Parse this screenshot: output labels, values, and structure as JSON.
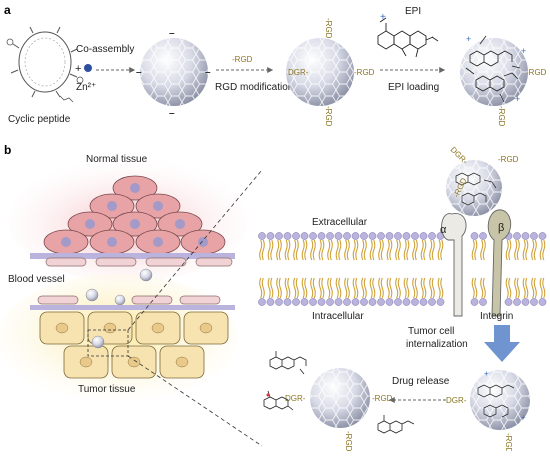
{
  "panel_a": {
    "label": "a",
    "cyclic_peptide": "Cyclic peptide",
    "zinc_ion": "Zn²⁺",
    "co_assembly": "Co-assembly",
    "rgd_modification": "RGD modification",
    "rgd_reagent": "-RGD",
    "epi": "EPI",
    "epi_loading": "EPI loading",
    "rgd": "-RGD",
    "rgd_vertical": "-RGD",
    "dgr": "DGR-"
  },
  "panel_b": {
    "label": "b",
    "normal_tissue": "Normal tissue",
    "blood_vessel": "Blood vessel",
    "tumor_tissue": "Tumor tissue",
    "extracellular": "Extracellular",
    "intracellular": "Intracellular",
    "integrin": "Integrin",
    "alpha": "α",
    "beta": "β",
    "internalization_line1": "Tumor cell",
    "internalization_line2": "internalization",
    "drug_release": "Drug release",
    "rgd": "-RGD",
    "rgd_vertical": "-RGD",
    "dgr": "DGR-",
    "dgr_vertical": "DGR-"
  },
  "colors": {
    "rgd_text": "#8a7420",
    "arrow_blue": "#6f94cf",
    "membrane_lipid": "#cfa33a",
    "membrane_head": "#b9b3dd",
    "normal_cell": "#e7a3a6",
    "tumor_cell": "#f7e3b0",
    "nucleus": "#a39ac9"
  }
}
